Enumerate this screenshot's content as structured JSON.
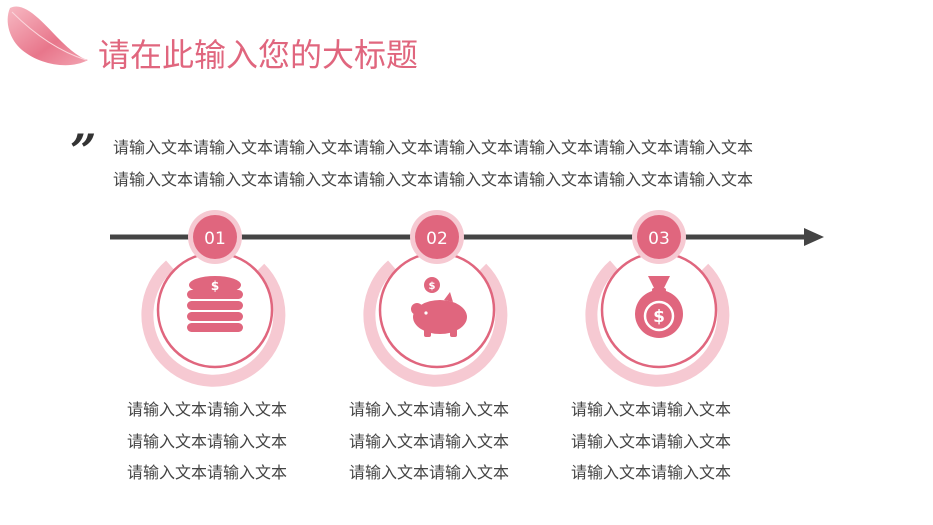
{
  "title": "请在此输入您的大标题",
  "quote_mark": "”",
  "intro": {
    "lines": [
      "请输入文本请输入文本请输入文本请输入文本请输入文本请输入文本请输入文本请输入文本",
      "请输入文本请输入文本请输入文本请输入文本请输入文本请输入文本请输入文本请输入文本"
    ]
  },
  "steps": [
    {
      "number": "01",
      "icon": "coin-stack-icon",
      "lines": [
        "请输入文本请输入文本",
        "请输入文本请输入文本",
        "请输入文本请输入文本"
      ]
    },
    {
      "number": "02",
      "icon": "piggy-bank-icon",
      "lines": [
        "请输入文本请输入文本",
        "请输入文本请输入文本",
        "请输入文本请输入文本"
      ]
    },
    {
      "number": "03",
      "icon": "money-bag-icon",
      "lines": [
        "请输入文本请输入文本",
        "请输入文本请输入文本",
        "请输入文本请输入文本"
      ]
    }
  ],
  "colors": {
    "accent": "#e0667e",
    "accent_light": "#f6c9d2",
    "line": "#444444"
  }
}
